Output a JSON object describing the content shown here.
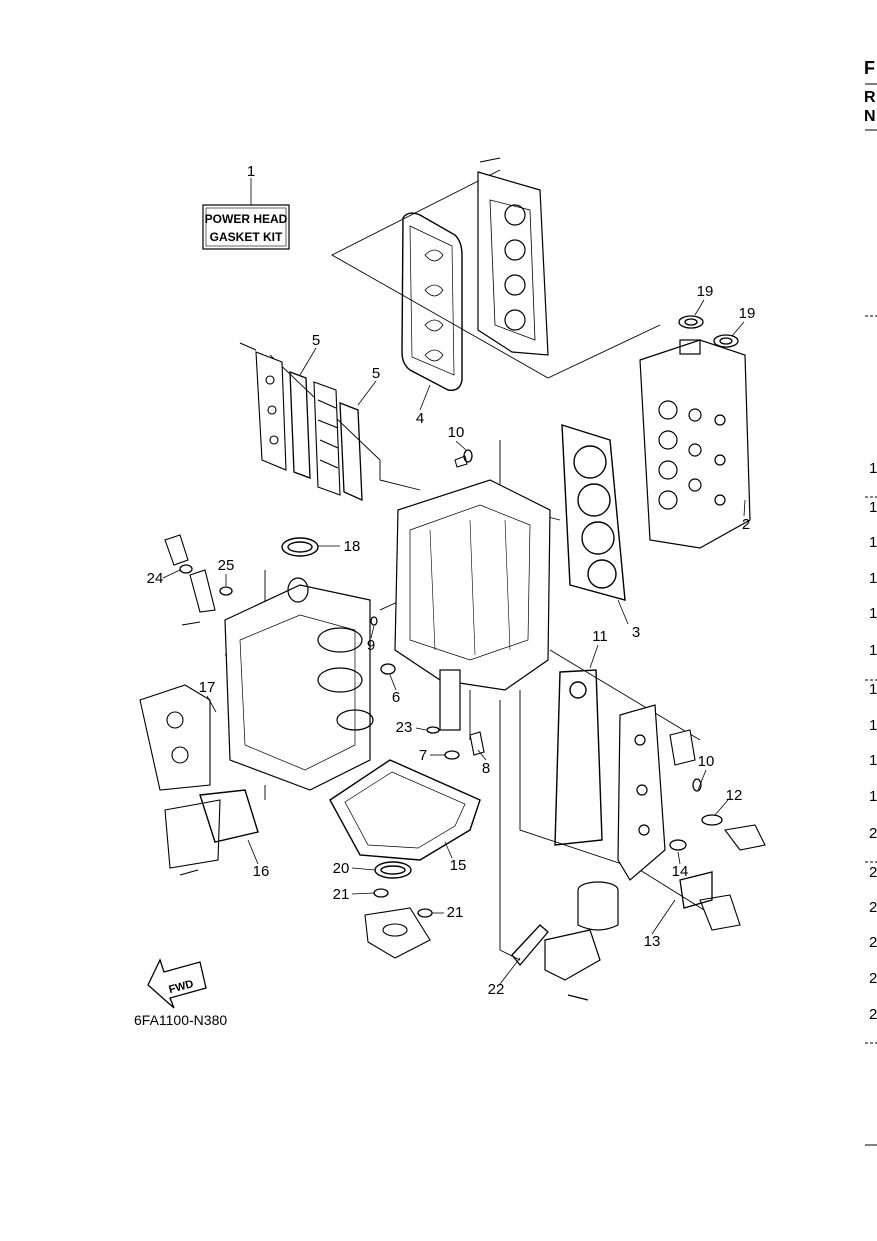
{
  "kit_label": {
    "line1": "POWER HEAD",
    "line2": "GASKET KIT"
  },
  "callouts": [
    "1",
    "2",
    "3",
    "4",
    "5",
    "5",
    "6",
    "7",
    "8",
    "9",
    "10",
    "10",
    "11",
    "12",
    "13",
    "14",
    "15",
    "16",
    "17",
    "18",
    "19",
    "19",
    "20",
    "21",
    "21",
    "22",
    "23",
    "24",
    "25"
  ],
  "fwd_label": "FWD",
  "figure_code": "6FA1100-N380",
  "right_edge": {
    "header": [
      "F",
      "R",
      "N"
    ],
    "column": [
      "1",
      "1",
      "1",
      "1",
      "1",
      "1",
      "1",
      "1",
      "1",
      "1",
      "2",
      "2",
      "2",
      "2",
      "2",
      "2"
    ]
  }
}
